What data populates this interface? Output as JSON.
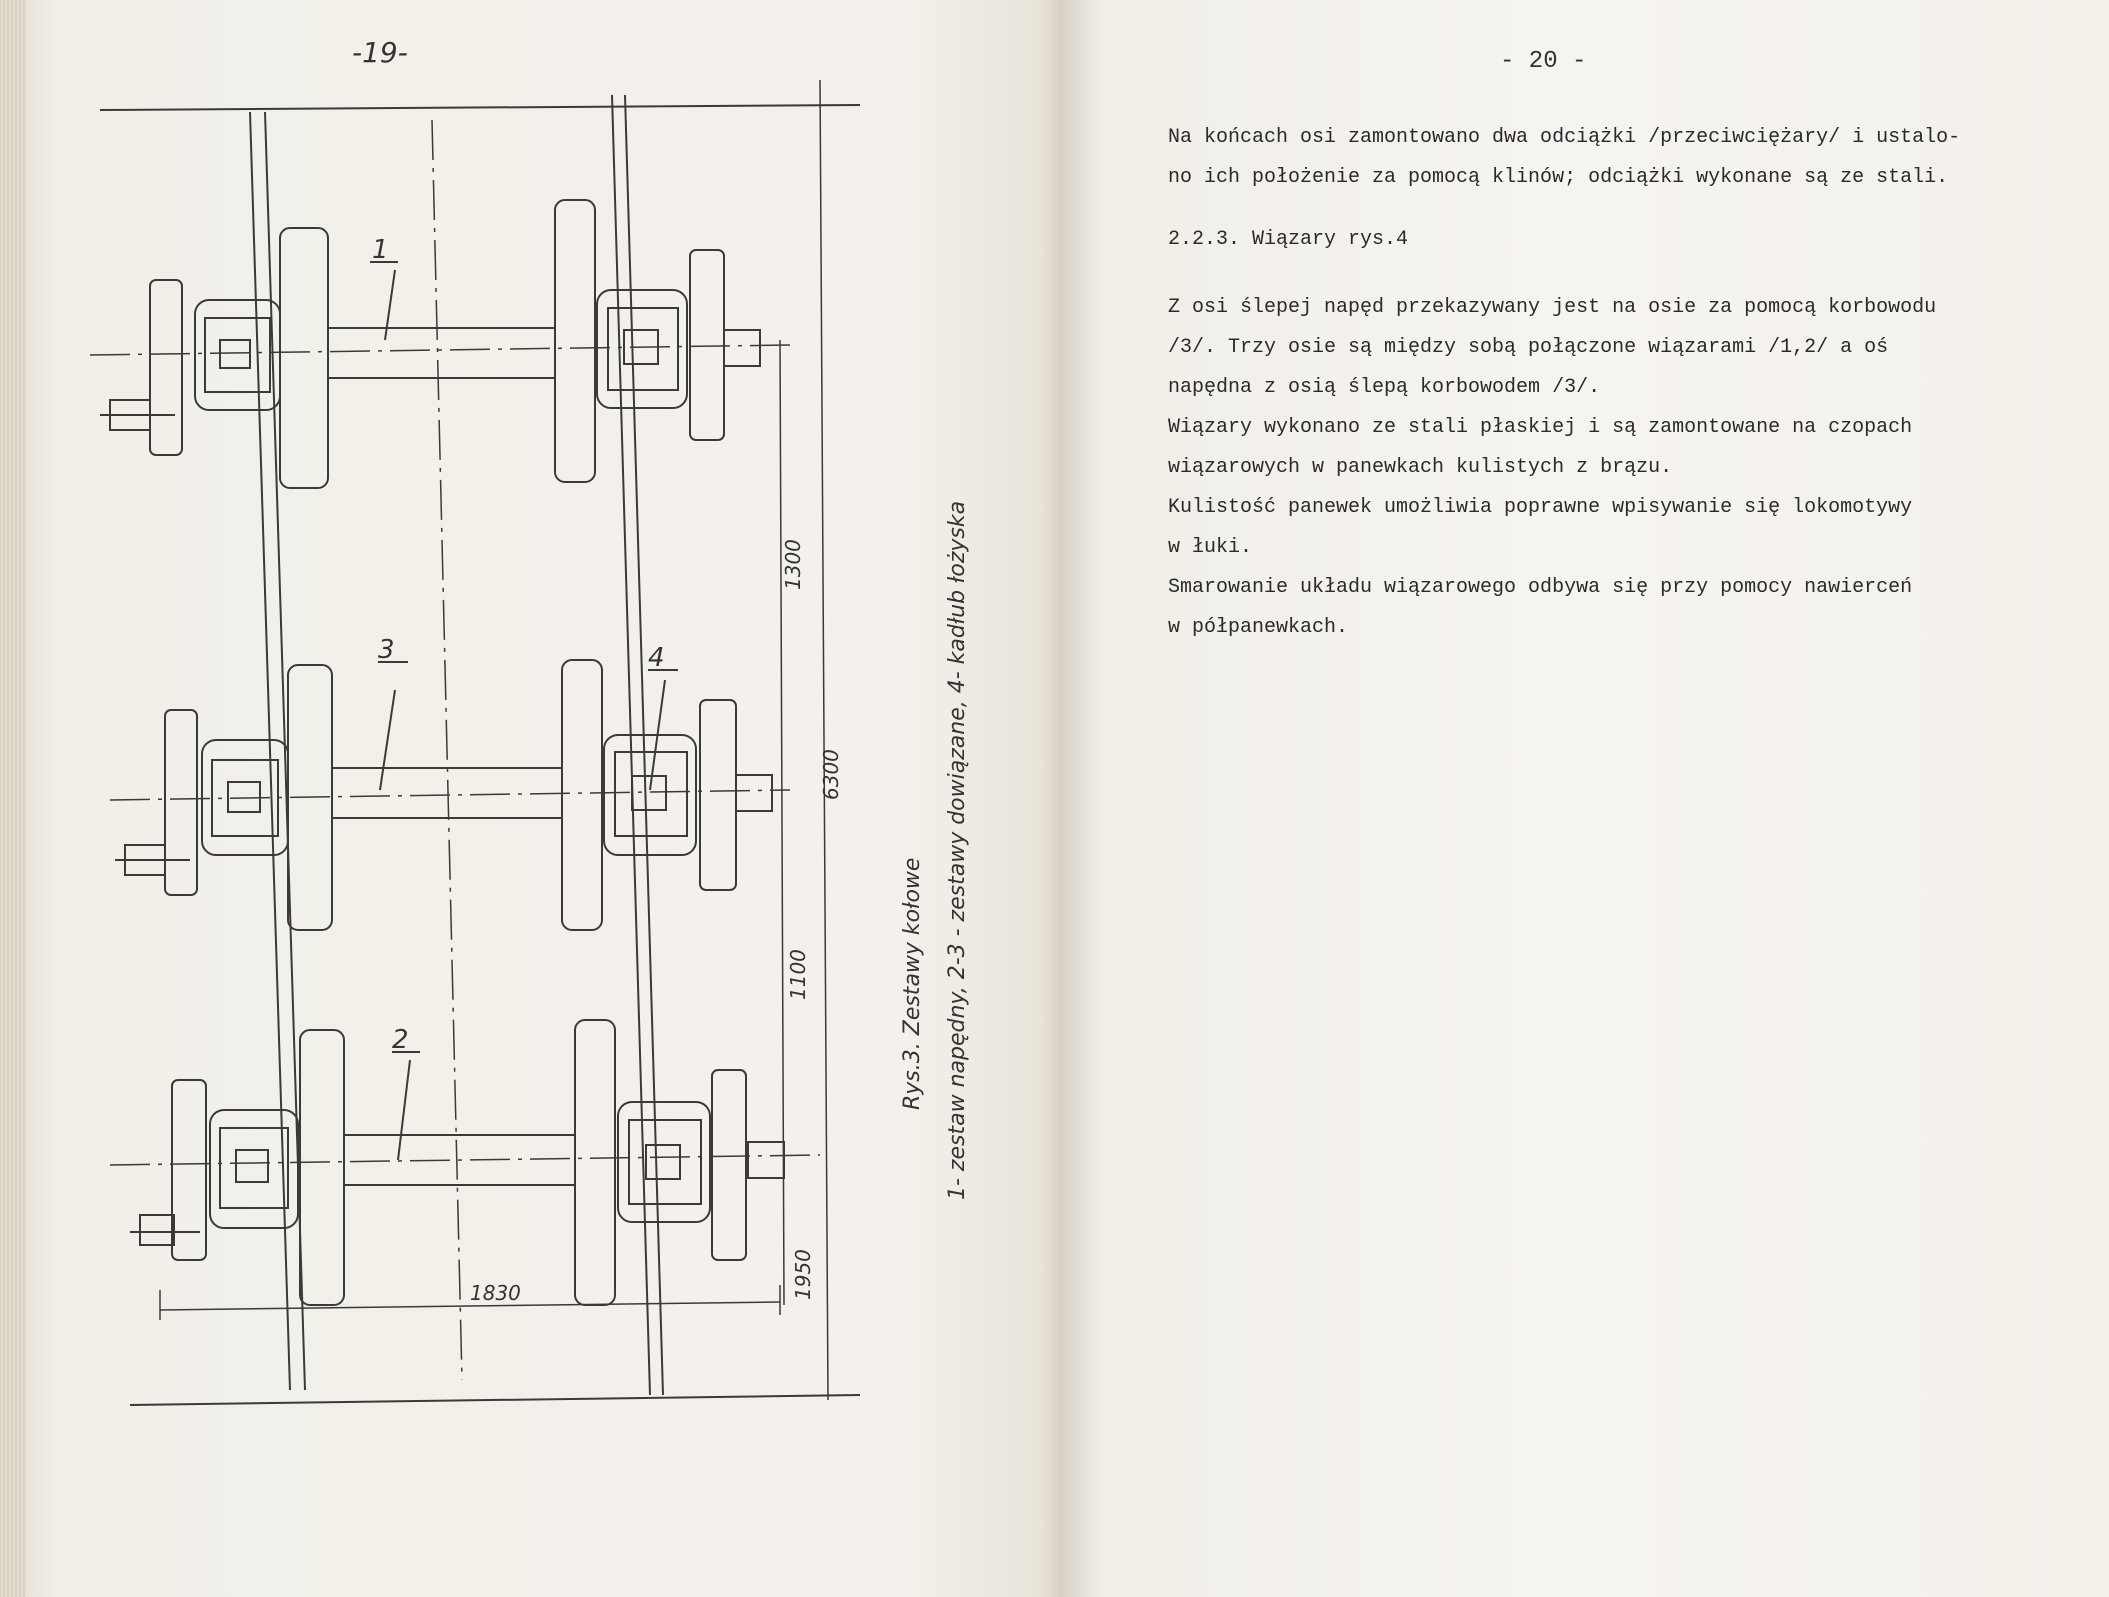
{
  "left_page": {
    "page_number": "-19-",
    "figure": {
      "caption_title": "Rys.3. Zestawy kołowe",
      "caption_legend": "1- zestaw napędny, 2-3 - zestawy dowiązane, 4- kadłub łożyska",
      "part_labels": [
        "1",
        "3",
        "4",
        "2"
      ],
      "dimensions": [
        "1300",
        "6300",
        "1100",
        "1950",
        "1830"
      ]
    }
  },
  "right_page": {
    "page_number": "- 20 -",
    "lines": [
      "Na końcach osi zamontowano dwa odciążki /przeciwciężary/ i ustalo-",
      "no ich położenie za pomocą klinów; odciążki wykonane są ze stali."
    ],
    "heading": "2.2.3. Wiązary rys.4",
    "body_lines": [
      "Z osi ślepej napęd przekazywany jest na osie za pomocą korbowodu",
      "/3/. Trzy osie są między sobą połączone wiązarami /1,2/ a oś",
      "napędna z osią ślepą korbowodem /3/.",
      "Wiązary wykonano ze stali płaskiej i są zamontowane na czopach",
      "wiązarowych w panewkach kulistych z brązu.",
      "Kulistość panewek umożliwia poprawne wpisywanie się lokomotywy",
      "w łuki.",
      "Smarowanie układu wiązarowego odbywa się przy pomocy nawierceń",
      "w półpanewkach."
    ]
  }
}
